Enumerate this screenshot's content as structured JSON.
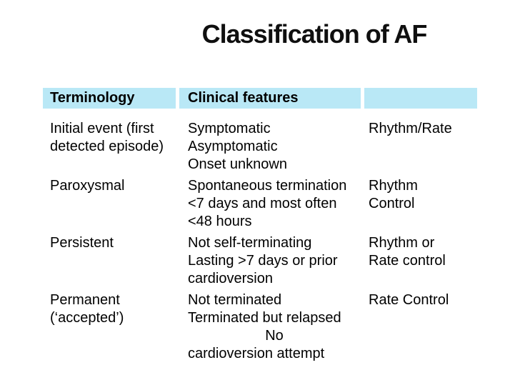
{
  "slide": {
    "background": "#ffffff"
  },
  "title": {
    "text": "Classification of AF",
    "color": "#0f0f0f"
  },
  "table": {
    "header_background": "#b9e8f6",
    "text_color": "#000000",
    "header": {
      "terminology": "Terminology",
      "clinical_features": "Clinical features",
      "management": ""
    },
    "rows": [
      {
        "terminology": [
          "Initial event (first",
          "detected episode)"
        ],
        "clinical_features": [
          "Symptomatic",
          "Asymptomatic",
          "Onset unknown"
        ],
        "management": [
          "Rhythm/Rate"
        ]
      },
      {
        "terminology": [
          "Paroxysmal"
        ],
        "clinical_features": [
          "Spontaneous termination",
          "<7 days and most often",
          "<48 hours"
        ],
        "management": [
          "Rhythm",
          "Control"
        ]
      },
      {
        "terminology": [
          "Persistent"
        ],
        "clinical_features": [
          "Not self-terminating",
          "Lasting >7 days or prior",
          "cardioversion"
        ],
        "management": [
          "Rhythm or",
          "Rate control"
        ]
      },
      {
        "terminology": [
          "Permanent",
          "(‘accepted’)"
        ],
        "clinical_features": [
          "Not terminated",
          "Terminated but relapsed",
          "No",
          "cardioversion attempt"
        ],
        "management": [
          "Rate Control"
        ]
      }
    ]
  }
}
